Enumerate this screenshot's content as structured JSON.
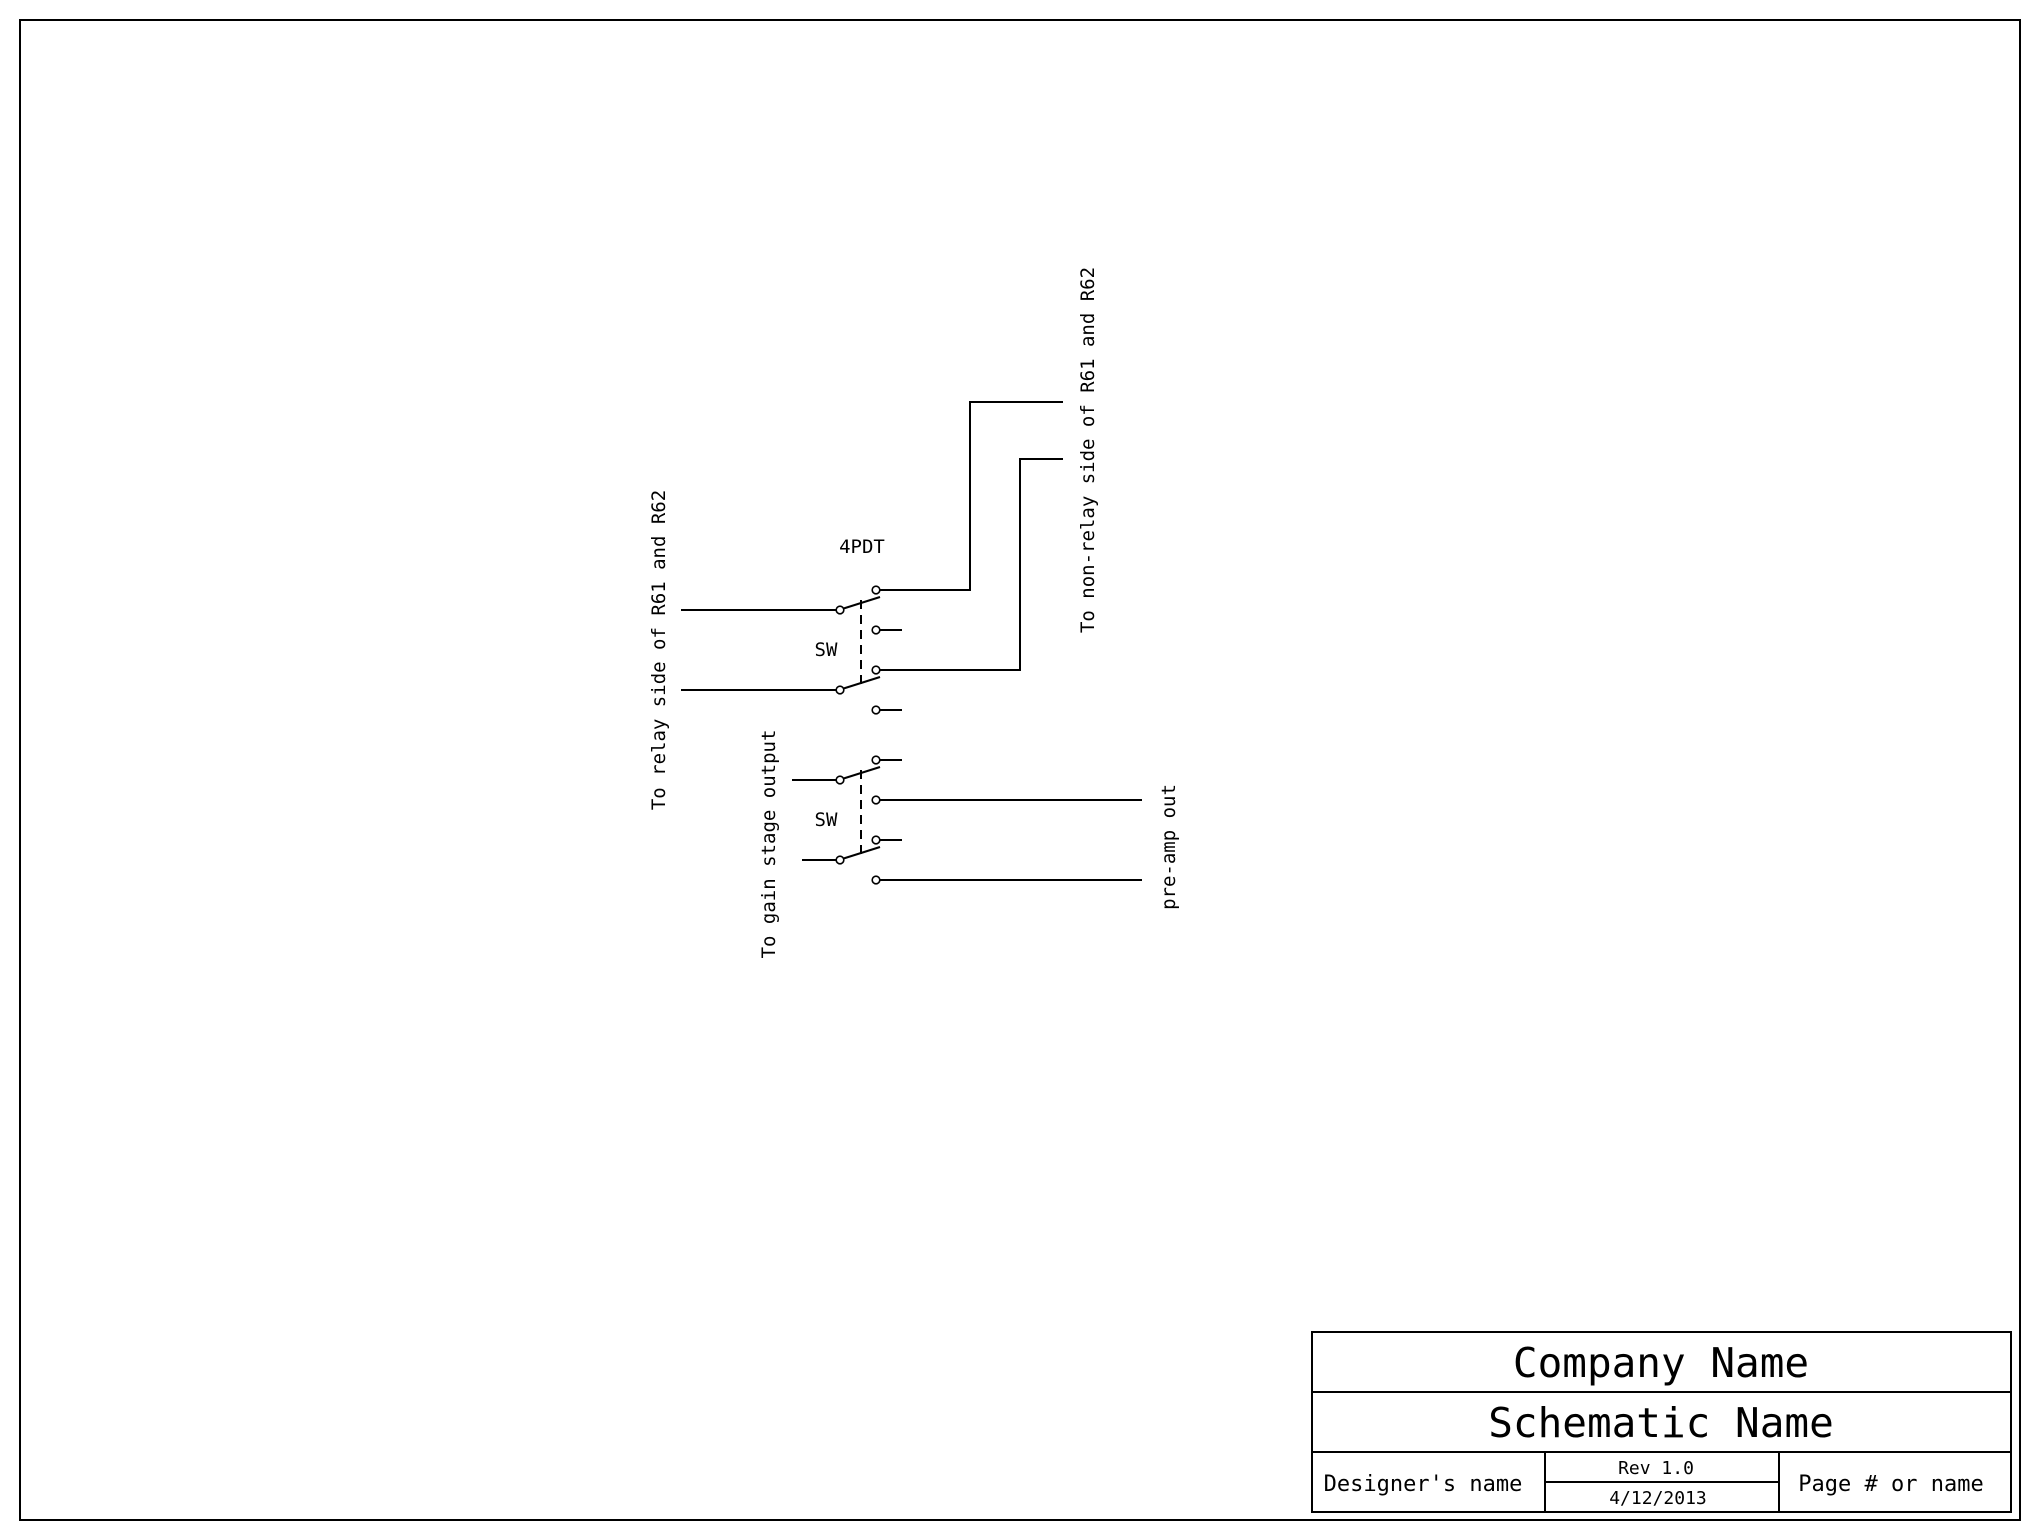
{
  "labels": {
    "relay_side": "To relay side of R61 and R62",
    "non_relay_side": "To non-relay side of R61 and R62",
    "gain_stage": "To gain stage output",
    "preamp_out": "pre-amp out",
    "switch_type": "4PDT",
    "sw_upper": "SW",
    "sw_lower": "SW"
  },
  "title_block": {
    "company": "Company Name",
    "schematic": "Schematic Name",
    "designer": "Designer's name",
    "revision": "Rev 1.0",
    "date": "4/12/2013",
    "page": "Page # or name"
  }
}
